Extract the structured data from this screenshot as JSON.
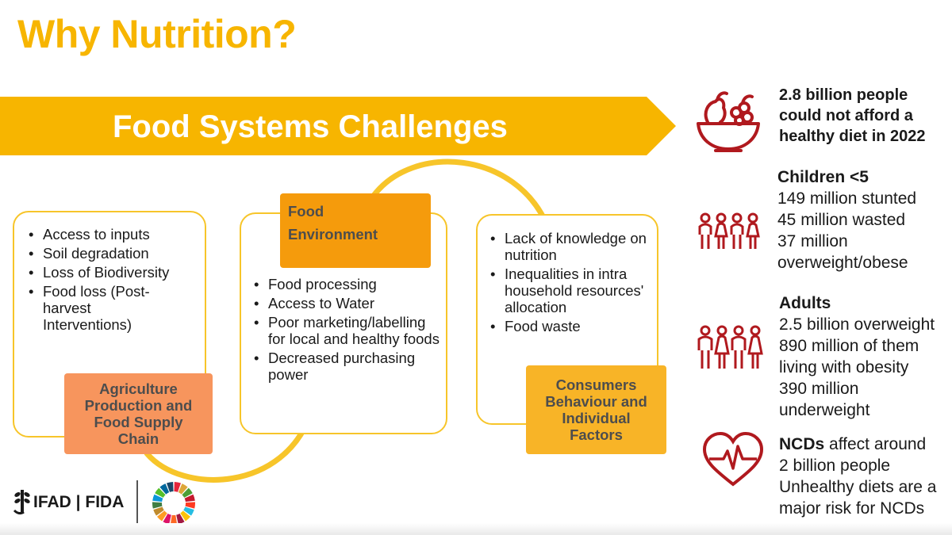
{
  "title": "Why Nutrition?",
  "banner": "Food Systems Challenges",
  "colors": {
    "accent": "#f7b500",
    "icon_red": "#b0191e",
    "box_border": "#f7c52a"
  },
  "left_box": {
    "items": [
      "Access to inputs",
      "Soil degradation",
      "Loss of Biodiversity",
      "Food loss (Post-harvest Interventions)"
    ],
    "label": "Agriculture Production and Food Supply Chain"
  },
  "middle_box": {
    "label_line1": "Food",
    "label_line2": "Environment",
    "items": [
      "Food processing",
      "Access to Water",
      "Poor marketing/labelling for local and healthy foods",
      "Decreased purchasing power"
    ]
  },
  "right_box": {
    "items": [
      "Lack of knowledge on nutrition",
      "Inequalities in intra household resources' allocation",
      "Food waste"
    ],
    "label": "Consumers Behaviour and Individual Factors"
  },
  "stats": {
    "diet": {
      "line1": "2.8 billion people",
      "line2": "could not afford a",
      "line3": "healthy diet in 2022",
      "icon": "fruit-bowl-icon"
    },
    "children": {
      "heading": "Children <5",
      "line1": "149 million stunted",
      "line2": "45 million wasted",
      "line3": "37 million",
      "line4": "overweight/obese",
      "icon": "children-group-icon"
    },
    "adults": {
      "heading": "Adults",
      "line1": "2.5 billion overweight",
      "line2": "890 million of them",
      "line3": "living with obesity",
      "line4": "390 million",
      "line5": "underweight",
      "icon": "adults-group-icon"
    },
    "ncds": {
      "heading": "NCDs",
      "line1_rest": " affect around",
      "line2": "2 billion people",
      "line3": "Unhealthy diets are a",
      "line4": "major risk for NCDs",
      "icon": "heart-pulse-icon"
    }
  },
  "logo": {
    "text": "IFAD | FIDA",
    "icon": "sdg-wheel-icon"
  }
}
